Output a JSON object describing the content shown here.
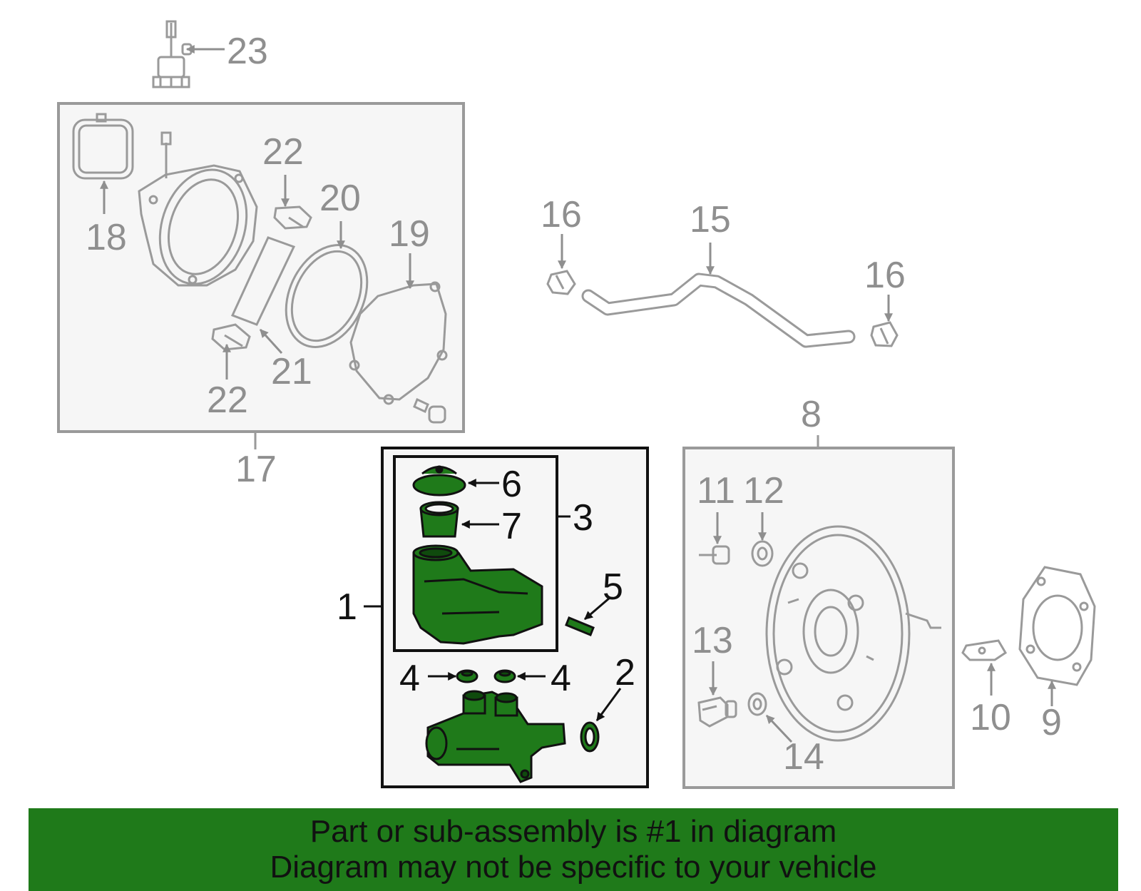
{
  "banner": {
    "line1": "Part or sub-assembly is #1 in diagram",
    "line2": "Diagram may not be specific to your vehicle"
  },
  "callouts": {
    "c1": "1",
    "c2": "2",
    "c3": "3",
    "c4a": "4",
    "c4b": "4",
    "c5": "5",
    "c6": "6",
    "c7": "7",
    "c8": "8",
    "c9": "9",
    "c10": "10",
    "c11": "11",
    "c12": "12",
    "c13": "13",
    "c14": "14",
    "c15": "15",
    "c16a": "16",
    "c16b": "16",
    "c17": "17",
    "c18": "18",
    "c19": "19",
    "c20": "20",
    "c21": "21",
    "c22a": "22",
    "c22b": "22",
    "c23": "23"
  },
  "colors": {
    "highlight_part": "#1f7a1a",
    "banner_background": "#1f7a1a",
    "inactive_part_stroke": "#9a9a9a",
    "active_box_stroke": "#111111",
    "group_box_fill": "#f6f6f6"
  }
}
